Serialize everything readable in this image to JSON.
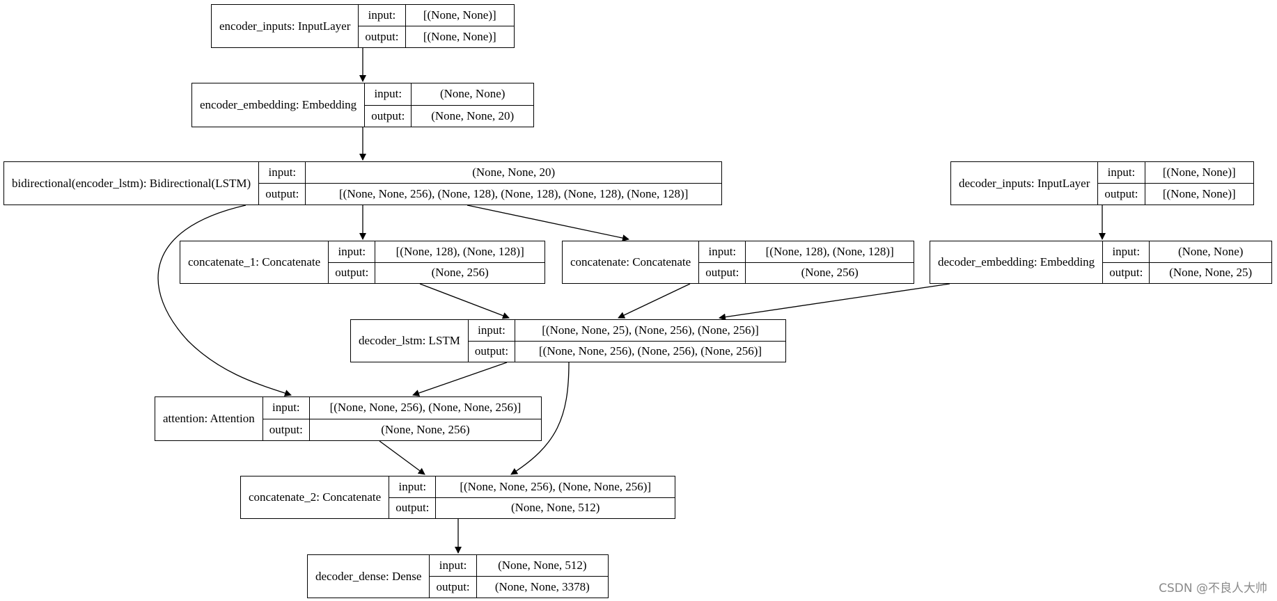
{
  "nodes": {
    "encoder_inputs": {
      "name": "encoder_inputs: InputLayer",
      "input_label": "input:",
      "output_label": "output:",
      "input": "[(None, None)]",
      "output": "[(None, None)]"
    },
    "encoder_embedding": {
      "name": "encoder_embedding: Embedding",
      "input_label": "input:",
      "output_label": "output:",
      "input": "(None, None)",
      "output": "(None, None, 20)"
    },
    "bidirectional": {
      "name": "bidirectional(encoder_lstm): Bidirectional(LSTM)",
      "input_label": "input:",
      "output_label": "output:",
      "input": "(None, None, 20)",
      "output": "[(None, None, 256), (None, 128), (None, 128), (None, 128), (None, 128)]"
    },
    "decoder_inputs": {
      "name": "decoder_inputs: InputLayer",
      "input_label": "input:",
      "output_label": "output:",
      "input": "[(None, None)]",
      "output": "[(None, None)]"
    },
    "concatenate_1": {
      "name": "concatenate_1: Concatenate",
      "input_label": "input:",
      "output_label": "output:",
      "input": "[(None, 128), (None, 128)]",
      "output": "(None, 256)"
    },
    "concatenate": {
      "name": "concatenate: Concatenate",
      "input_label": "input:",
      "output_label": "output:",
      "input": "[(None, 128), (None, 128)]",
      "output": "(None, 256)"
    },
    "decoder_embedding": {
      "name": "decoder_embedding: Embedding",
      "input_label": "input:",
      "output_label": "output:",
      "input": "(None, None)",
      "output": "(None, None, 25)"
    },
    "decoder_lstm": {
      "name": "decoder_lstm: LSTM",
      "input_label": "input:",
      "output_label": "output:",
      "input": "[(None, None, 25), (None, 256), (None, 256)]",
      "output": "[(None, None, 256), (None, 256), (None, 256)]"
    },
    "attention": {
      "name": "attention: Attention",
      "input_label": "input:",
      "output_label": "output:",
      "input": "[(None, None, 256), (None, None, 256)]",
      "output": "(None, None, 256)"
    },
    "concatenate_2": {
      "name": "concatenate_2: Concatenate",
      "input_label": "input:",
      "output_label": "output:",
      "input": "[(None, None, 256), (None, None, 256)]",
      "output": "(None, None, 512)"
    },
    "decoder_dense": {
      "name": "decoder_dense: Dense",
      "input_label": "input:",
      "output_label": "output:",
      "input": "(None, None, 512)",
      "output": "(None, None, 3378)"
    }
  },
  "edges": [
    {
      "from": "encoder_inputs",
      "to": "encoder_embedding"
    },
    {
      "from": "encoder_embedding",
      "to": "bidirectional"
    },
    {
      "from": "bidirectional",
      "to": "concatenate_1"
    },
    {
      "from": "bidirectional",
      "to": "concatenate"
    },
    {
      "from": "bidirectional",
      "to": "attention"
    },
    {
      "from": "decoder_inputs",
      "to": "decoder_embedding"
    },
    {
      "from": "concatenate_1",
      "to": "decoder_lstm"
    },
    {
      "from": "concatenate",
      "to": "decoder_lstm"
    },
    {
      "from": "decoder_embedding",
      "to": "decoder_lstm"
    },
    {
      "from": "decoder_lstm",
      "to": "attention"
    },
    {
      "from": "decoder_lstm",
      "to": "concatenate_2"
    },
    {
      "from": "attention",
      "to": "concatenate_2"
    },
    {
      "from": "concatenate_2",
      "to": "decoder_dense"
    }
  ],
  "watermark": "CSDN @不良人大帅"
}
